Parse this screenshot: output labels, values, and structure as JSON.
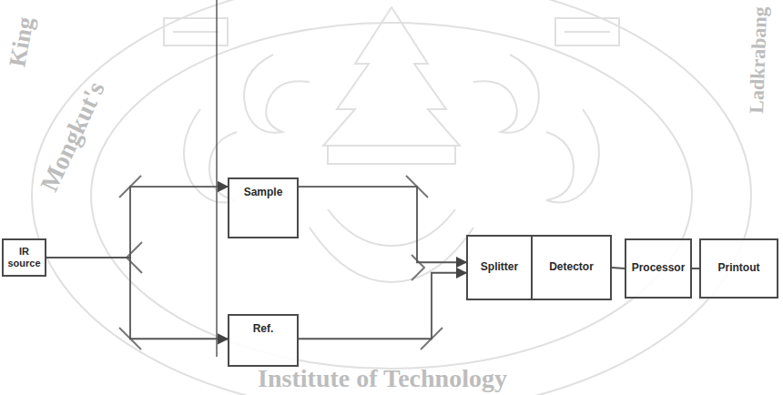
{
  "diagram": {
    "nodes": [
      {
        "text": [
          "IR source"
        ]
      },
      {
        "text": [
          "Sample"
        ]
      },
      {
        "text": [
          "Ref."
        ]
      },
      {
        "text": [
          "Splitter"
        ]
      },
      {
        "text": [
          "Detector"
        ]
      },
      {
        "text": [
          "Processor"
        ]
      },
      {
        "text": [
          "Printout"
        ]
      }
    ],
    "edges": [
      {
        "from": 0,
        "to": 1,
        "arrow": "to"
      },
      {
        "from": 0,
        "to": 2,
        "arrow": "to"
      },
      {
        "from": 1,
        "to": 3,
        "arrow": "to"
      },
      {
        "from": 2,
        "to": 3,
        "arrow": "to"
      },
      {
        "from": 4,
        "to": 5,
        "arrow": "none"
      },
      {
        "from": 5,
        "to": 6,
        "arrow": "none"
      }
    ],
    "labels": [
      "King",
      "Mongkut's",
      "Institute of Technology",
      "Ladkrabang"
    ]
  }
}
